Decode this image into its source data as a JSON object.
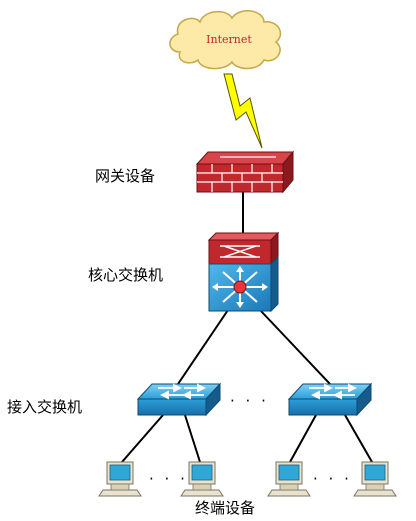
{
  "cloud": {
    "label": "Internet",
    "fill": "#fde9a8",
    "stroke": "#c8a64a"
  },
  "link_bolt_color": "#ffff00",
  "labels": {
    "gateway": "网关设备",
    "core_switch": "核心交换机",
    "access_switch": "接入交换机",
    "terminals": "终端设备"
  },
  "ellipsis": "· · ·",
  "colors": {
    "firewall": "#c0282e",
    "router_top": "#c0282e",
    "switch_body": "#2b9ed8",
    "switch_arrows": "#ffffff",
    "pc_screen": "#2fa8d8",
    "pc_body": "#e8e2cf"
  }
}
